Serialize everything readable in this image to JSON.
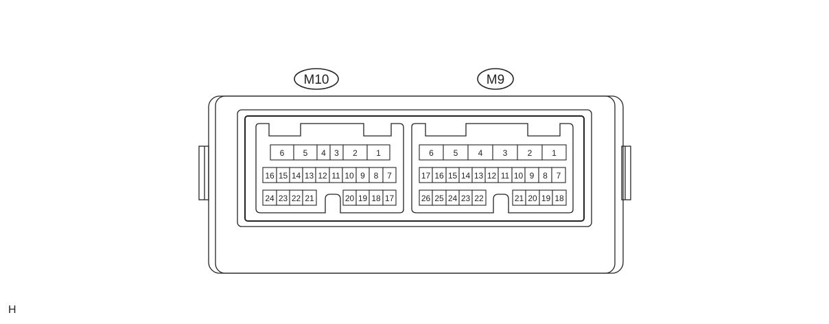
{
  "connectors": [
    {
      "label": "M10",
      "rows": [
        [
          "6",
          "5",
          "4",
          "3",
          "2",
          "1"
        ],
        [
          "16",
          "15",
          "14",
          "13",
          "12",
          "11",
          "10",
          "9",
          "8",
          "7"
        ],
        [
          "24",
          "23",
          "22",
          "21"
        ],
        [
          "20",
          "19",
          "18",
          "17"
        ]
      ]
    },
    {
      "label": "M9",
      "rows": [
        [
          "6",
          "5",
          "4",
          "3",
          "2",
          "1"
        ],
        [
          "17",
          "16",
          "15",
          "14",
          "13",
          "12",
          "11",
          "10",
          "9",
          "8",
          "7"
        ],
        [
          "26",
          "25",
          "24",
          "23",
          "22"
        ],
        [
          "21",
          "20",
          "19",
          "18"
        ]
      ]
    }
  ],
  "corner_mark": "H"
}
